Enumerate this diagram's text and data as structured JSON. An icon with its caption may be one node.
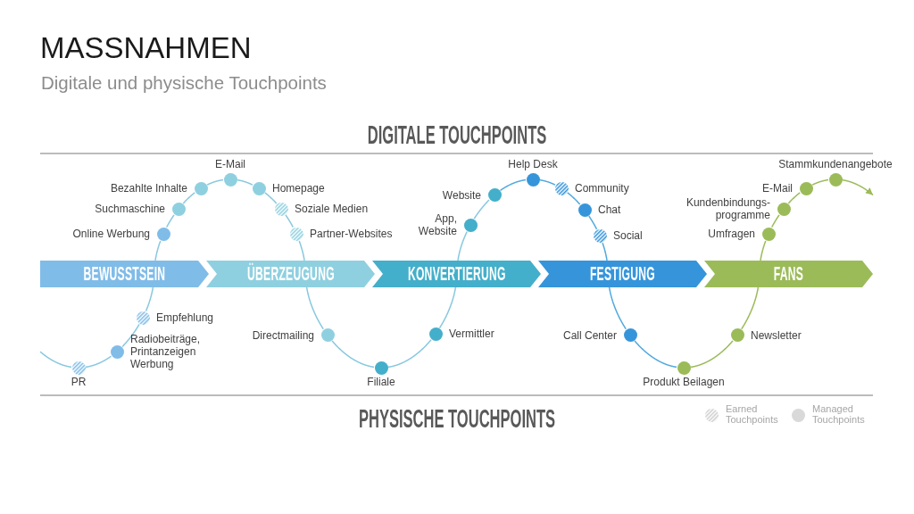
{
  "diagram": {
    "title": "MASSNAHMEN",
    "nodes": [
      {
        "text": [
          "BEWUSSTSEIN"
        ]
      },
      {
        "text": [
          "ÜBERZEUGUNG"
        ]
      },
      {
        "text": [
          "KONVERTIERUNG"
        ]
      },
      {
        "text": [
          "FESTIGUNG"
        ]
      },
      {
        "text": [
          "FANS"
        ]
      },
      {
        "text": [],
        "shape": "circle",
        "beside": [
          "PR"
        ]
      },
      {
        "text": [],
        "shape": "circle",
        "beside": [
          "Radiobeiträge, Printanzeigen Werbung"
        ]
      },
      {
        "text": [],
        "shape": "circle",
        "beside": [
          "Empfehlung"
        ]
      },
      {
        "text": [],
        "shape": "circle",
        "beside": [
          "Online Werbung"
        ]
      },
      {
        "text": [],
        "shape": "circle",
        "beside": [
          "Suchmaschine"
        ]
      },
      {
        "text": [],
        "shape": "circle",
        "beside": [
          "Bezahlte Inhalte"
        ]
      },
      {
        "text": [],
        "shape": "circle",
        "beside": [
          "E-Mail"
        ]
      },
      {
        "text": [],
        "shape": "circle",
        "beside": [
          "Homepage"
        ]
      },
      {
        "text": [],
        "shape": "circle",
        "beside": [
          "Soziale Medien"
        ]
      },
      {
        "text": [],
        "shape": "circle",
        "beside": [
          "Partner-Websites"
        ]
      },
      {
        "text": [],
        "shape": "circle",
        "beside": [
          "Directmailing"
        ]
      },
      {
        "text": [],
        "shape": "circle",
        "beside": [
          "Filiale"
        ]
      },
      {
        "text": [],
        "shape": "circle",
        "beside": [
          "Vermittler"
        ]
      },
      {
        "text": [],
        "shape": "circle",
        "beside": [
          "App, Website"
        ]
      },
      {
        "text": [],
        "shape": "circle",
        "beside": [
          "Website"
        ]
      },
      {
        "text": [],
        "shape": "circle",
        "beside": [
          "Help Desk"
        ]
      },
      {
        "text": [],
        "shape": "circle",
        "beside": [
          "Community"
        ]
      },
      {
        "text": [],
        "shape": "circle",
        "beside": [
          "Chat"
        ]
      },
      {
        "text": [],
        "shape": "circle",
        "beside": [
          "Social"
        ]
      },
      {
        "text": [],
        "shape": "circle",
        "beside": [
          "Call Center"
        ]
      },
      {
        "text": [],
        "shape": "circle",
        "beside": [
          "Produkt Beilagen"
        ]
      },
      {
        "text": [],
        "shape": "circle",
        "beside": [
          "Newsletter"
        ]
      },
      {
        "text": [],
        "shape": "circle",
        "beside": [
          "Umfragen"
        ]
      },
      {
        "text": [],
        "shape": "circle",
        "beside": [
          "Kundenbindungs- programme"
        ]
      },
      {
        "text": [],
        "shape": "circle",
        "beside": [
          "E-Mail"
        ]
      },
      {
        "text": [],
        "shape": "circle",
        "beside": [
          "Stammkundenangebote"
        ]
      }
    ],
    "edges": [
      {
        "from": null,
        "to": 5,
        "arrow": "none"
      },
      {
        "from": 5,
        "to": 6,
        "arrow": "none"
      },
      {
        "from": 6,
        "to": 7,
        "arrow": "none"
      },
      {
        "from": 7,
        "to": 0,
        "arrow": "none"
      },
      {
        "from": 0,
        "to": 8,
        "arrow": "none"
      },
      {
        "from": 8,
        "to": 9,
        "arrow": "none"
      },
      {
        "from": 9,
        "to": 10,
        "arrow": "none"
      },
      {
        "from": 10,
        "to": 11,
        "arrow": "none"
      },
      {
        "from": 11,
        "to": 12,
        "arrow": "none"
      },
      {
        "from": 12,
        "to": 13,
        "arrow": "none"
      },
      {
        "from": 13,
        "to": 14,
        "arrow": "none"
      },
      {
        "from": 14,
        "to": 1,
        "arrow": "none"
      },
      {
        "from": 1,
        "to": 15,
        "arrow": "none"
      },
      {
        "from": 15,
        "to": 16,
        "arrow": "none"
      },
      {
        "from": 16,
        "to": 17,
        "arrow": "none"
      },
      {
        "from": 17,
        "to": 2,
        "arrow": "none"
      },
      {
        "from": 2,
        "to": 18,
        "arrow": "none"
      },
      {
        "from": 18,
        "to": 19,
        "arrow": "none"
      },
      {
        "from": 19,
        "to": 20,
        "arrow": "none",
        "color": "#52a9de"
      },
      {
        "from": 20,
        "to": 21,
        "arrow": "none",
        "color": "#52a9de"
      },
      {
        "from": 21,
        "to": 22,
        "arrow": "none",
        "color": "#52a9de"
      },
      {
        "from": 22,
        "to": 23,
        "arrow": "none",
        "color": "#52a9de"
      },
      {
        "from": 23,
        "to": 3,
        "arrow": "none",
        "color": "#52a9de"
      },
      {
        "from": 3,
        "to": 24,
        "arrow": "none",
        "color": "#52a9de"
      },
      {
        "from": 24,
        "to": 25,
        "arrow": "none",
        "color": "#52a9de"
      },
      {
        "from": 25,
        "to": 26,
        "arrow": "none",
        "color": "#9bbb59"
      },
      {
        "from": 26,
        "to": 4,
        "arrow": "none",
        "color": "#9bbb59"
      },
      {
        "from": 4,
        "to": 27,
        "arrow": "none",
        "color": "#9bbb59"
      },
      {
        "from": 27,
        "to": 28,
        "arrow": "none",
        "color": "#9bbb59"
      },
      {
        "from": 28,
        "to": 29,
        "arrow": "none",
        "color": "#9bbb59"
      },
      {
        "from": 29,
        "to": 30,
        "arrow": "none",
        "color": "#9bbb59"
      },
      {
        "from": 30,
        "to": null,
        "arrow": "to",
        "color": "#9bbb59"
      }
    ],
    "labels": [
      "Digitale und physische Touchpoints",
      "DIGITALE TOUCHPOINTS",
      "PHYSISCHE TOUCHPOINTS"
    ],
    "legend": [
      {
        "text": "Earned Touchpoints"
      },
      {
        "text": "Managed Touchpoints",
        "color": "#d9d9d9"
      }
    ]
  }
}
